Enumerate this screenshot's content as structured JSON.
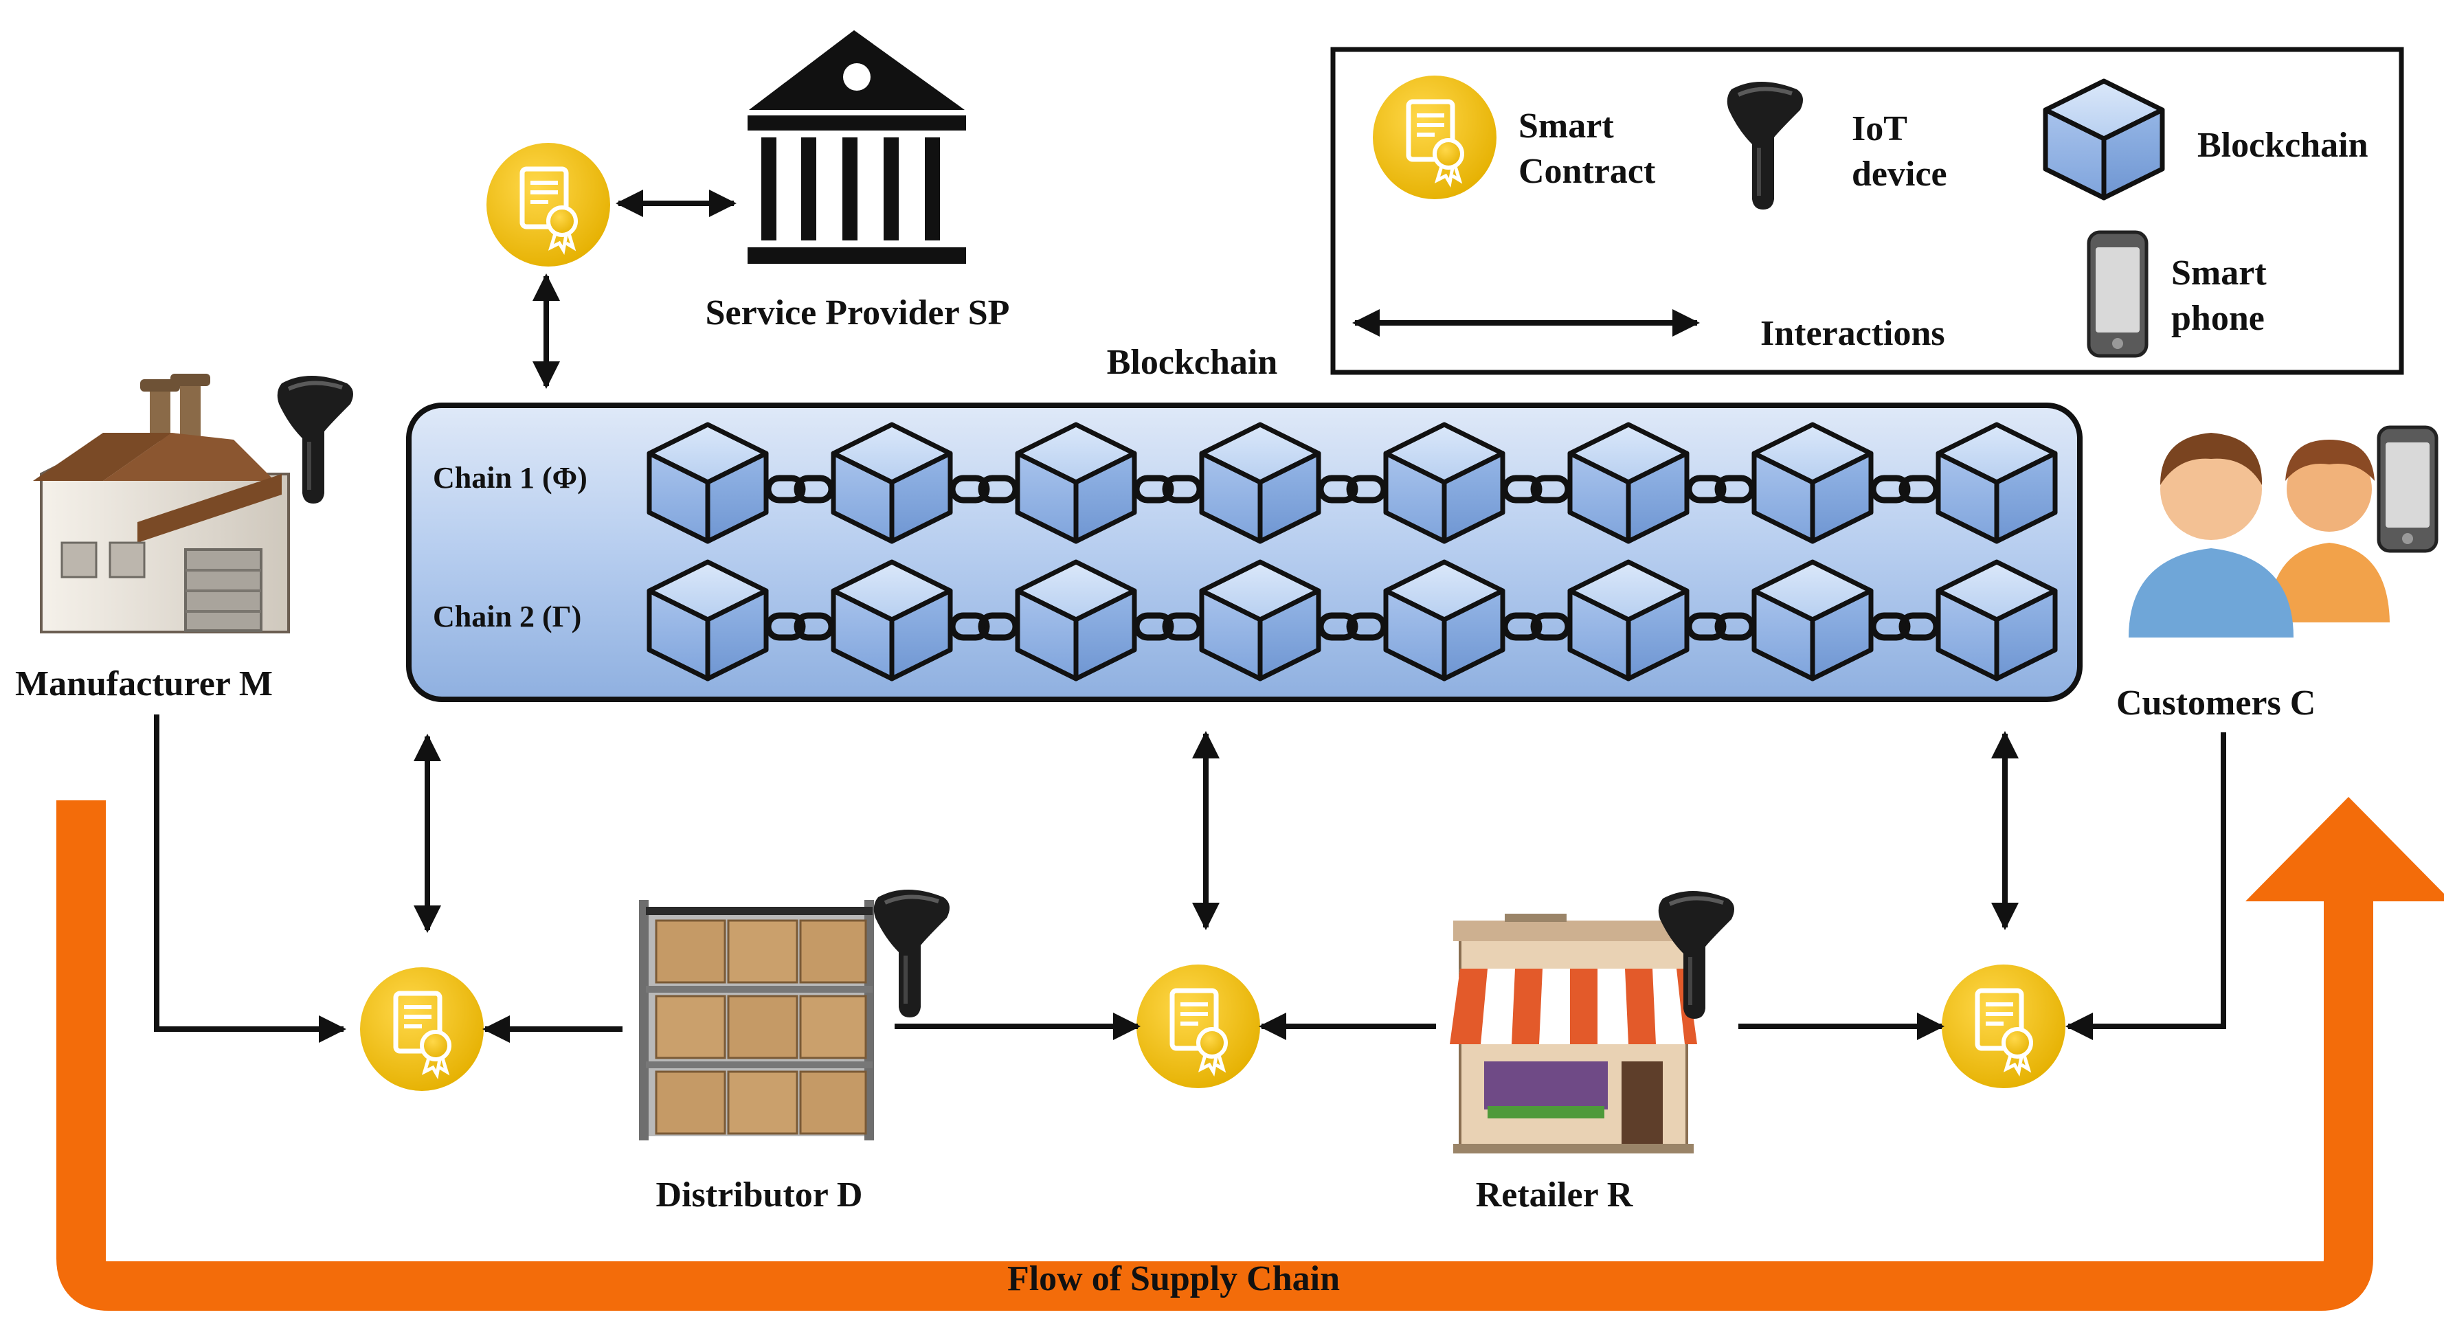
{
  "legend": {
    "smart_contract": "Smart\nContract",
    "iot_device": "IoT\ndevice",
    "blockchain": "Blockchain",
    "smart_phone": "Smart\nphone",
    "interactions": "Interactions"
  },
  "nodes": {
    "service_provider": "Service Provider SP",
    "manufacturer": "Manufacturer M",
    "customers": "Customers C",
    "distributor": "Distributor D",
    "retailer": "Retailer R"
  },
  "blockchain": {
    "title": "Blockchain",
    "chains": [
      {
        "label": "Chain 1 (Φ)",
        "blocks": 8
      },
      {
        "label": "Chain 2 (Γ)",
        "blocks": 8
      }
    ]
  },
  "flow_label": "Flow of Supply Chain",
  "colors": {
    "contract": "#f0c419",
    "block_fill": "#a9c6ee",
    "band": "#bcd3f2",
    "flow": "#f36c0a",
    "line": "#111111"
  }
}
